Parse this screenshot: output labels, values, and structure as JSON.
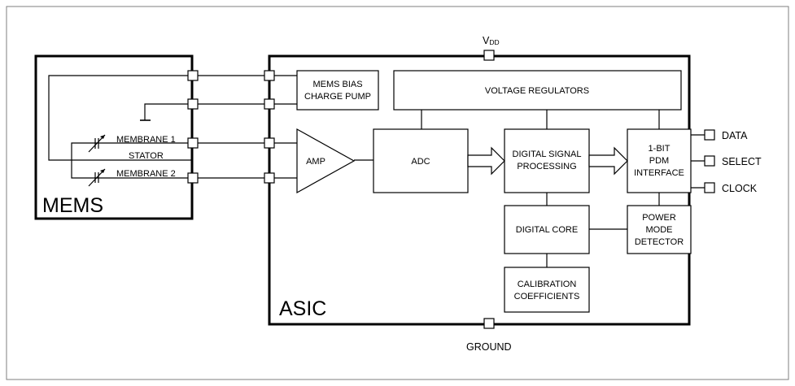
{
  "vdd": {
    "main": "V",
    "sub": "DD"
  },
  "ground": "GROUND",
  "mems": {
    "title": "MEMS",
    "membrane1": "MEMBRANE 1",
    "stator": "STATOR",
    "membrane2": "MEMBRANE 2"
  },
  "asic": {
    "title": "ASIC",
    "bias": [
      "MEMS BIAS",
      "CHARGE PUMP"
    ],
    "regulators": "VOLTAGE REGULATORS",
    "amp": "AMP",
    "adc": "ADC",
    "dsp": [
      "DIGITAL SIGNAL",
      "PROCESSING"
    ],
    "pdm": [
      "1-BIT",
      "PDM",
      "INTERFACE"
    ],
    "core": "DIGITAL CORE",
    "power": [
      "POWER",
      "MODE",
      "DETECTOR"
    ],
    "calibration": [
      "CALIBRATION",
      "COEFFICIENTS"
    ]
  },
  "pins": {
    "data": "DATA",
    "select": "SELECT",
    "clock": "CLOCK"
  }
}
